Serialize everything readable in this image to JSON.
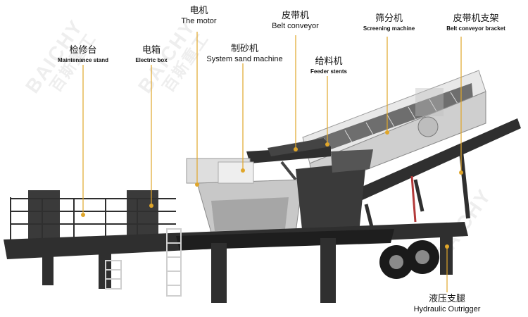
{
  "colors": {
    "leader": "#e0a62a",
    "dot": "#e0a62a",
    "steel": "#2f2f2f",
    "panel": "#d9d9d9"
  },
  "watermark": {
    "brand": "BAICHY",
    "brand_cn": "百斯重工"
  },
  "labels": {
    "motor": {
      "cn": "电机",
      "en": "The motor"
    },
    "belt_conveyor": {
      "cn": "皮带机",
      "en": "Belt conveyor"
    },
    "screening_machine": {
      "cn": "筛分机",
      "en": "Screening machine"
    },
    "belt_conveyor_bracket": {
      "cn": "皮带机支架",
      "en": "Belt conveyor bracket"
    },
    "maintenance_stand": {
      "cn": "检修台",
      "en": "Maintenance stand"
    },
    "electric_box": {
      "cn": "电箱",
      "en": "Electric box"
    },
    "sand_machine": {
      "cn": "制砂机",
      "en": "System sand machine"
    },
    "feeder": {
      "cn": "给料机",
      "en": "Feeder stents"
    },
    "outrigger": {
      "cn": "液压支腿",
      "en": "Hydraulic Outrigger"
    }
  }
}
